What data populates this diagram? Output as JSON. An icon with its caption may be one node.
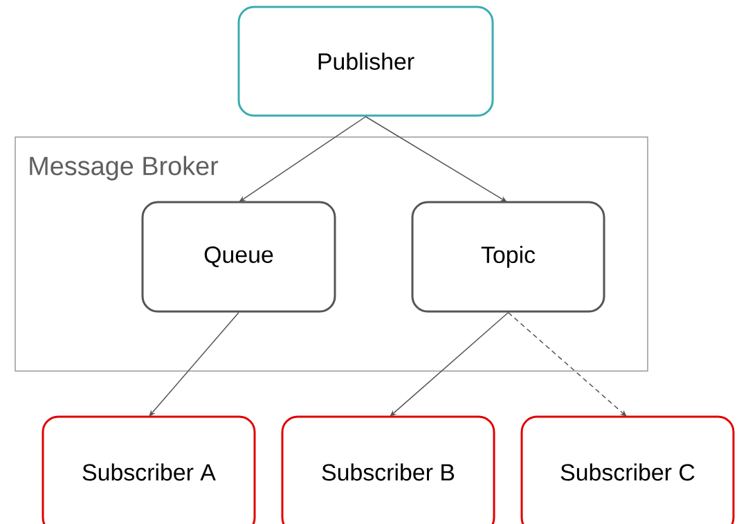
{
  "diagram": {
    "nodes": [
      {
        "text": [
          "Publisher"
        ]
      },
      {
        "text": [
          "Message Broker"
        ]
      },
      {
        "text": [
          "Queue"
        ],
        "in": 1
      },
      {
        "text": [
          "Topic"
        ],
        "in": 1
      },
      {
        "text": [
          "Subscriber A"
        ]
      },
      {
        "text": [
          "Subscriber B"
        ]
      },
      {
        "text": [
          "Subscriber C"
        ]
      }
    ],
    "edges": [
      {
        "from": 0,
        "to": 2,
        "arrow": "to"
      },
      {
        "from": 0,
        "to": 3,
        "arrow": "to"
      },
      {
        "from": 2,
        "to": 4,
        "arrow": "to"
      },
      {
        "from": 3,
        "to": 5,
        "arrow": "to"
      },
      {
        "from": 3,
        "to": 6,
        "arrow": "to",
        "style": "dashed"
      }
    ]
  }
}
